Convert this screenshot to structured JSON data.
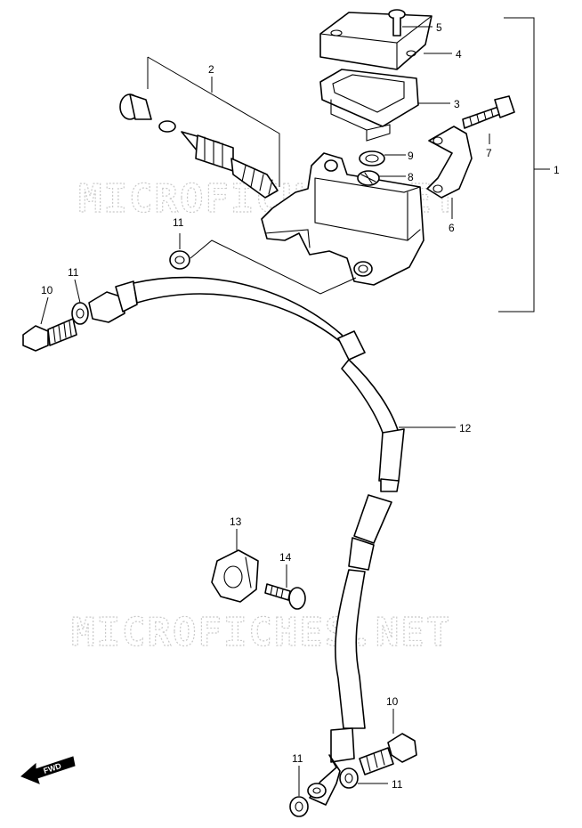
{
  "watermarks": [
    "MICROFICHES.NET",
    "MICROFICHES.NET"
  ],
  "direction_badge": "FWD",
  "callouts": [
    {
      "id": "c5",
      "label": "5"
    },
    {
      "id": "c4",
      "label": "4"
    },
    {
      "id": "c3",
      "label": "3"
    },
    {
      "id": "c2",
      "label": "2"
    },
    {
      "id": "c7",
      "label": "7"
    },
    {
      "id": "c1",
      "label": "1"
    },
    {
      "id": "c9",
      "label": "9"
    },
    {
      "id": "c8",
      "label": "8"
    },
    {
      "id": "c6",
      "label": "6"
    },
    {
      "id": "c11a",
      "label": "11"
    },
    {
      "id": "c11b",
      "label": "11"
    },
    {
      "id": "c10a",
      "label": "10"
    },
    {
      "id": "c12",
      "label": "12"
    },
    {
      "id": "c13",
      "label": "13"
    },
    {
      "id": "c14",
      "label": "14"
    },
    {
      "id": "c10b",
      "label": "10"
    },
    {
      "id": "c11c",
      "label": "11"
    },
    {
      "id": "c11d",
      "label": "11"
    }
  ]
}
